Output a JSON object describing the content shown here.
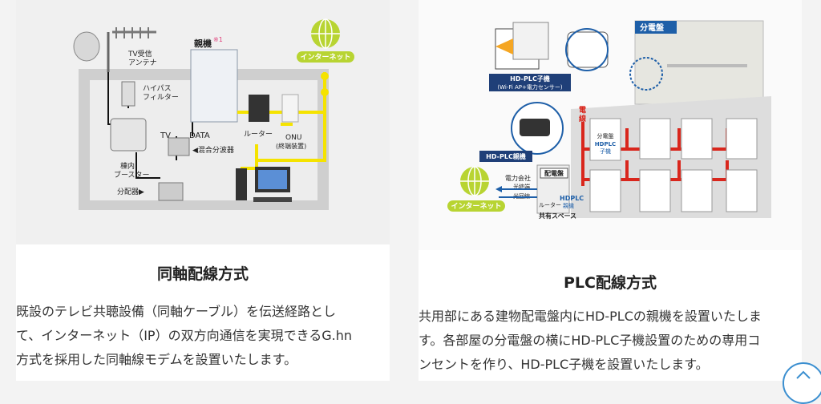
{
  "left": {
    "diagram": {
      "tv_antenna": "TV受信\nアンテナ",
      "main_unit": "親機",
      "main_unit_note": "※1",
      "internet": "インターネット",
      "highpass_filter": "ハイパス\nフィルター",
      "tv": "TV",
      "data": "DATA",
      "mixer": "◀混合分波器",
      "booster": "棟内\nブースター",
      "splitter": "分配器▶",
      "router": "ルーター",
      "onu": "ONU",
      "onu_sub": "(終端装置)"
    },
    "title": "同軸配線方式",
    "desc_lines": [
      "既設のテレビ共聴設備（同軸ケーブル）を伝送経路とし",
      "て、インターネット（IP）の双方向通信を実現できるG.hn",
      "方式を採用した同軸線モデムを設置いたします。"
    ]
  },
  "right": {
    "diagram": {
      "distribution_board": "分電盤",
      "hdplc_child": "HD-PLC子機",
      "hdplc_child_sub": "(Wi-Fi AP+電力センサー)",
      "hdplc_parent": "HD-PLC親機",
      "power_line": "電線",
      "room_board": "分電盤",
      "room_hdplc": "HDPLC",
      "room_child": "子機",
      "power_company": "電力会社",
      "optical_terminal": "光終端",
      "optical_line": "光回線",
      "panel": "配電盤",
      "router": "ルーター",
      "hdplc_parent_short": "HDPLC",
      "hdplc_parent_short2": "親機",
      "shared_space": "共有スペース",
      "internet": "インターネット"
    },
    "title": "PLC配線方式",
    "desc_lines": [
      "共用部にある建物配電盤内にHD-PLCの親機を設置いたしま",
      "す。各部屋の分電盤の横にHD-PLC子機設置のための専用コ",
      "ンセントを作り、HD-PLC子機を設置いたします。"
    ]
  },
  "colors": {
    "yellow": "#f5e300",
    "red": "#d9261c",
    "blue": "#1e5fa8",
    "navy": "#1f3f78",
    "green": "#b8d432",
    "gray_bg": "#d9d9d9"
  }
}
